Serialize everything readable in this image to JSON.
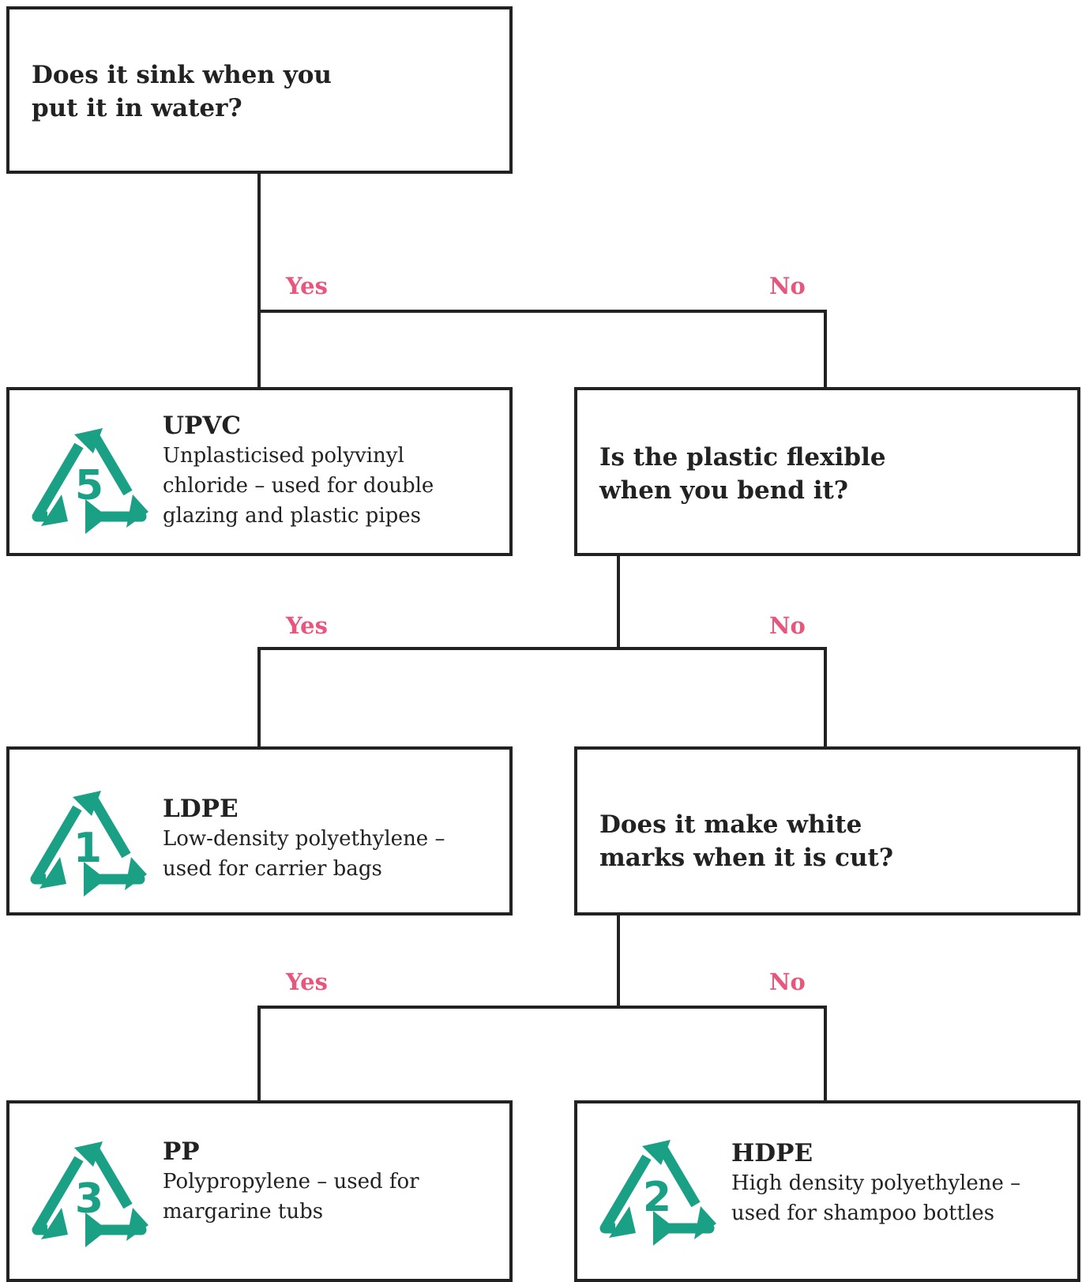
{
  "colors": {
    "branch_label": "#e8567e",
    "recycle_icon": "#1aa085",
    "stroke": "#222222"
  },
  "questions": {
    "q1": {
      "line1": "Does it sink when you",
      "line2": "put it in water?"
    },
    "q2": {
      "line1": "Is the plastic flexible",
      "line2": "when you bend it?"
    },
    "q3": {
      "line1": "Does it make white",
      "line2": "marks when it is cut?"
    }
  },
  "branches": {
    "b1": {
      "yes": "Yes",
      "no": "No"
    },
    "b2": {
      "yes": "Yes",
      "no": "No"
    },
    "b3": {
      "yes": "Yes",
      "no": "No"
    }
  },
  "results": {
    "upvc": {
      "icon": "recycle-5-icon",
      "code": "5",
      "title": "UPVC",
      "desc": [
        "Unplasticised polyvinyl",
        "chloride – used for double",
        "glazing and plastic pipes"
      ]
    },
    "ldpe": {
      "icon": "recycle-1-icon",
      "code": "1",
      "title": "LDPE",
      "desc": [
        "Low-density polyethylene –",
        "used for carrier bags"
      ]
    },
    "pp": {
      "icon": "recycle-3-icon",
      "code": "3",
      "title": "PP",
      "desc": [
        "Polypropylene – used for",
        "margarine tubs"
      ]
    },
    "hdpe": {
      "icon": "recycle-2-icon",
      "code": "2",
      "title": "HDPE",
      "desc": [
        "High density polyethylene –",
        "used for shampoo bottles"
      ]
    }
  }
}
